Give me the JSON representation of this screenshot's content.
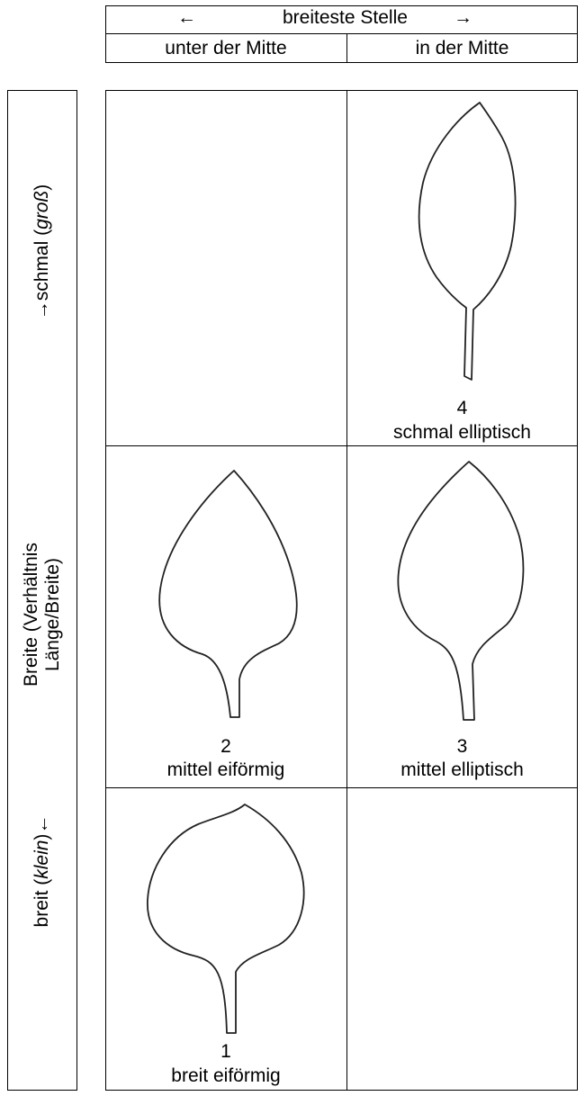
{
  "header": {
    "arrow_left": "←",
    "title": "breiteste Stelle",
    "arrow_right": "→",
    "col1": "unter der Mitte",
    "col2": "in der Mitte"
  },
  "side": {
    "top_arrow": "→",
    "top_word": "schmal (",
    "top_italic": "groß",
    "top_close": ")",
    "mid_line1": "Breite (Verhältnis",
    "mid_line2": "Länge/Breite)",
    "bottom_word": "breit (",
    "bottom_italic": "klein",
    "bottom_close": ")",
    "bottom_arrow": "←"
  },
  "cells": {
    "leaf4": {
      "number": "4",
      "label": "schmal elliptisch"
    },
    "leaf2": {
      "number": "2",
      "label": "mittel eiförmig"
    },
    "leaf3": {
      "number": "3",
      "label": "mittel elliptisch"
    },
    "leaf1": {
      "number": "1",
      "label": "breit eiförmig"
    }
  }
}
